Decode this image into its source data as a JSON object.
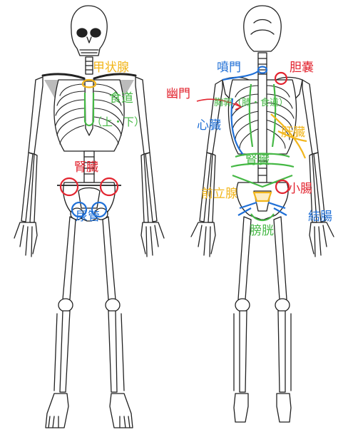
{
  "colors": {
    "red": "#e2242f",
    "blue": "#1f6fd6",
    "green": "#45b845",
    "yellow": "#f2b61c",
    "bone": "#222222"
  },
  "front": {
    "thyroid": "甲状腺",
    "esophagus": "食道",
    "esophagus_sub": "（上・下）",
    "kidney": "腎臓",
    "ureter": "尿管"
  },
  "back": {
    "cardia": "噴門",
    "gallbladder": "胆嚢",
    "pylorus": "幽門",
    "mediastinum": "胸郭（肺・食道）",
    "heart": "心臓",
    "liver": "肝臓",
    "kidney": "腎臓",
    "prostate": "前立腺",
    "small_intestine": "小腸",
    "large_intestine": "結腸",
    "bladder": "膀胱"
  }
}
